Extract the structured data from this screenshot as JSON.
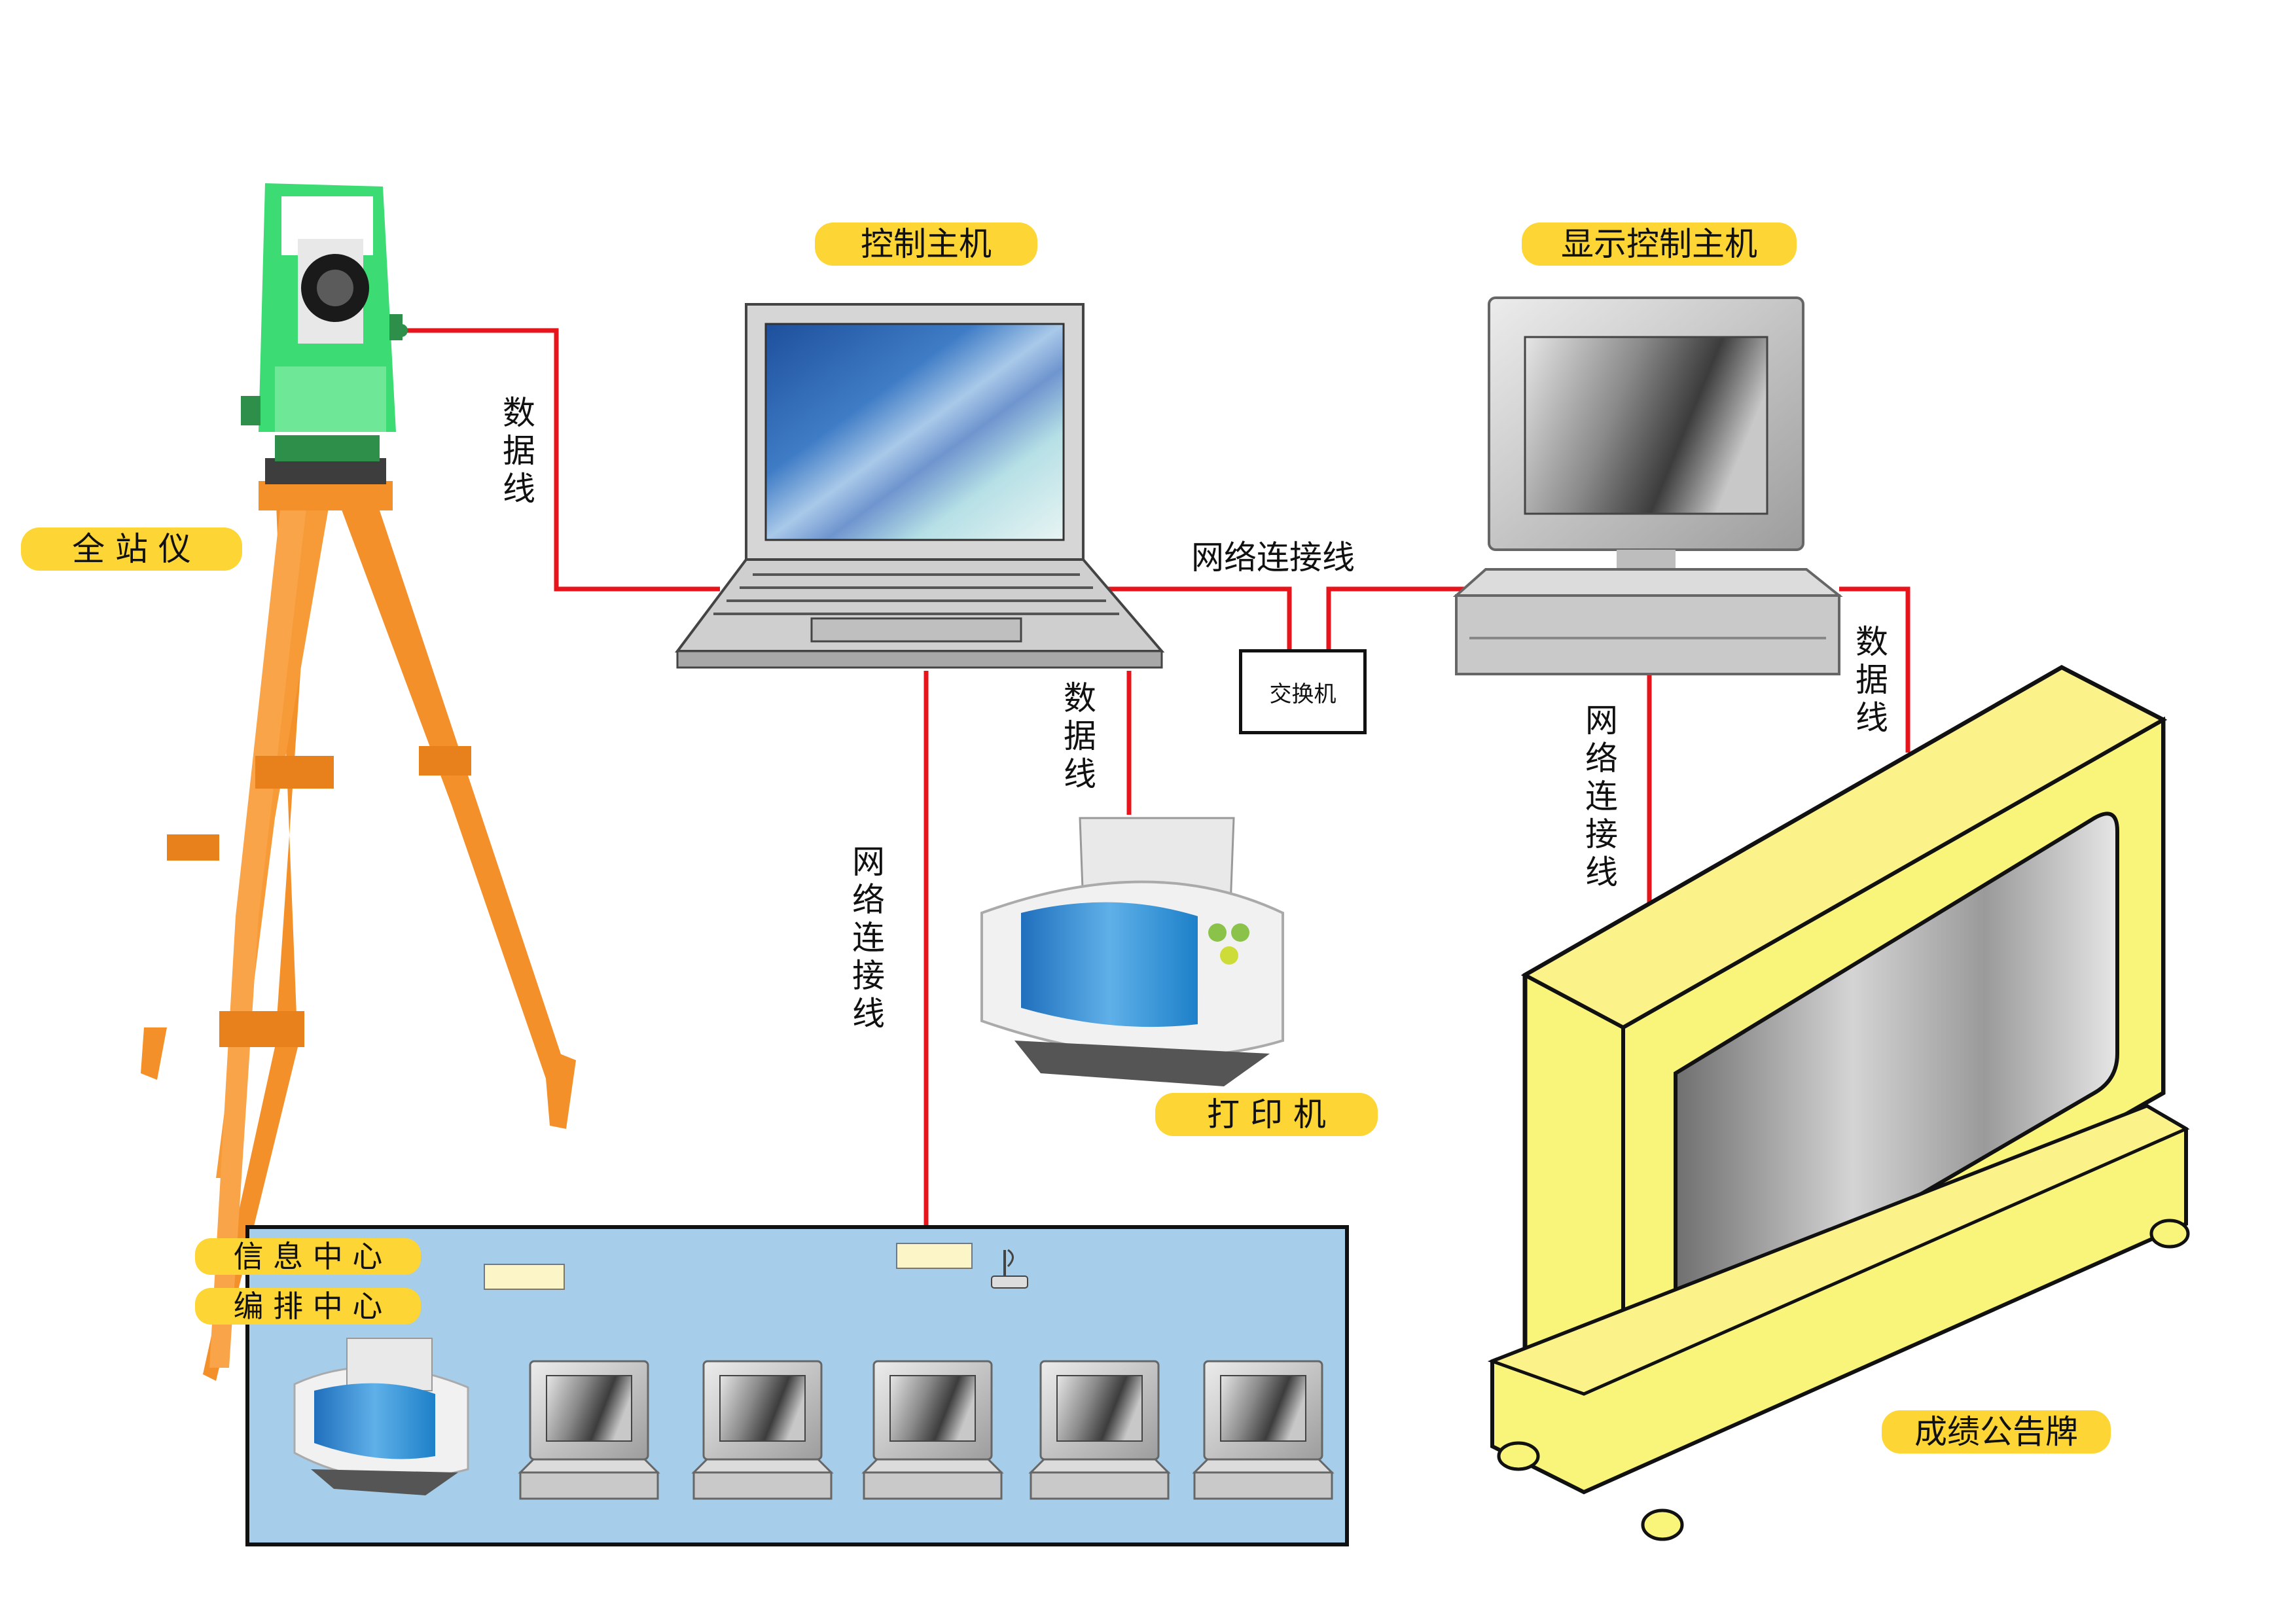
{
  "labels": {
    "total_station": "全 站 仪",
    "control_host": "控制主机",
    "display_host": "显示控制主机",
    "printer": "打 印 机",
    "scoreboard": "成绩公告牌",
    "info_center": "信 息 中 心",
    "edit_center": "编 排 中 心"
  },
  "lines": {
    "data_line_1": "数据线",
    "data_line_2": "数据线",
    "data_line_3": "数据线",
    "network_line_h": "网络连接线",
    "network_line_v1": "网络连接线",
    "network_line_v2": "网络连接线"
  },
  "switch": "交换机",
  "colors": {
    "label_bg": "#fdd535",
    "wire": "#e8141b",
    "panel_bg": "#a6cde9",
    "scoreboard": "#f9f57a"
  }
}
